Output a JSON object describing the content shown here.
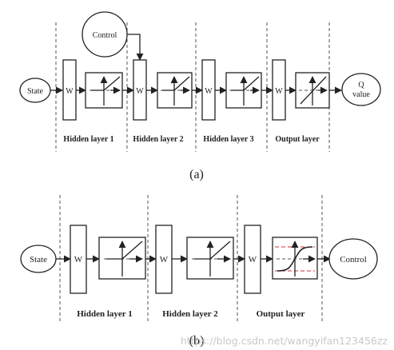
{
  "diagram_a": {
    "caption": "(a)",
    "state_label": "State",
    "control_label": "Control",
    "w_label": "W",
    "q_label_line1": "Q",
    "q_label_line2": "value",
    "layer_labels": [
      "Hidden layer 1",
      "Hidden layer 2",
      "Hidden layer 3",
      "Output layer"
    ]
  },
  "diagram_b": {
    "caption": "(b)",
    "state_label": "State",
    "control_label": "Control",
    "w_label": "W",
    "layer_labels": [
      "Hidden layer 1",
      "Hidden layer 2",
      "Output layer"
    ]
  },
  "watermark": "https://blog.csdn.net/wangyifan123456zz",
  "colors": {
    "line": "#222222",
    "saturation_guides": "#d0303a",
    "watermark": "#c8c8c8"
  }
}
